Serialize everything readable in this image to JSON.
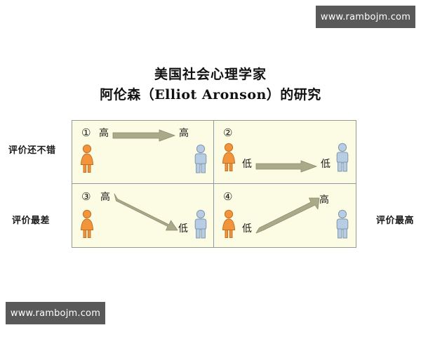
{
  "watermarks": {
    "top_right": "www.rambojm.com",
    "bottom_left": "www.rambojm.com"
  },
  "title": {
    "line1": "美国社会心理学家",
    "line2": "阿伦森（Elliot Aronson）的研究"
  },
  "side_labels": {
    "left_top": "评价还不错",
    "left_bottom": "评价最差",
    "right_bottom": "评价最高"
  },
  "colors": {
    "cell_background": "#fcfbe3",
    "cell_border": "#8c9aa8",
    "grid_border": "#9a9a8c",
    "female_fill": "#f2943c",
    "female_stroke": "#c4701f",
    "male_fill": "#b8cde4",
    "male_stroke": "#7e96ae",
    "arrow_fill": "#aaa98a",
    "arrow_stroke": "#8e8d6e",
    "watermark_background": "#595959",
    "watermark_text": "#ffffff"
  },
  "quadrants": [
    {
      "index": "①",
      "start_level": "高",
      "end_level": "高",
      "direction": "right",
      "left_figure": "female-figure",
      "right_figure": "male-figure"
    },
    {
      "index": "②",
      "start_level": "低",
      "end_level": "低",
      "direction": "right",
      "left_figure": "female-figure",
      "right_figure": "male-figure"
    },
    {
      "index": "③",
      "start_level": "高",
      "end_level": "低",
      "direction": "down-right",
      "left_figure": "female-figure",
      "right_figure": "male-figure"
    },
    {
      "index": "④",
      "start_level": "低",
      "end_level": "高",
      "direction": "up-right",
      "left_figure": "female-figure",
      "right_figure": "male-figure"
    }
  ]
}
